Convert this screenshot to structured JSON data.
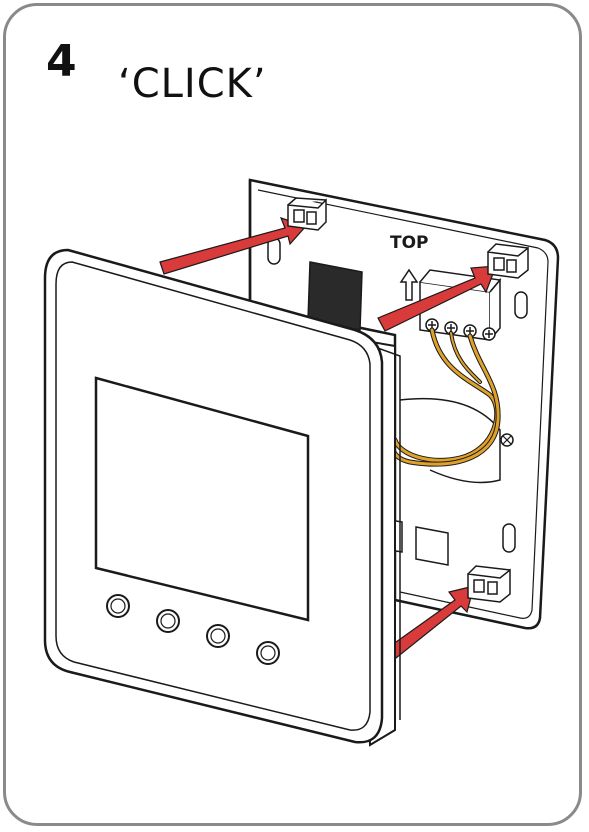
{
  "step": {
    "number": "4",
    "caption": "‘CLICK’"
  },
  "backplate": {
    "top_label": "TOP"
  },
  "colors": {
    "arrow": "#d93a3a",
    "wire": "#e0a12a",
    "outline": "#1a1a1a",
    "border": "#8a8a8a"
  },
  "thermostat": {
    "button_count": 4
  }
}
